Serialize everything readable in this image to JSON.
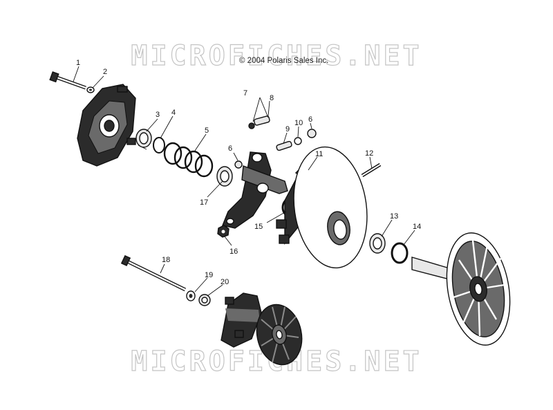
{
  "watermark": "MICROFICHES.NET",
  "copyright": "© 2004 Polaris Sales Inc.",
  "callouts": [
    "1",
    "2",
    "3",
    "4",
    "5",
    "6",
    "7",
    "8",
    "9",
    "10",
    "6",
    "11",
    "12",
    "17",
    "15",
    "13",
    "14",
    "16",
    "18",
    "19",
    "20"
  ],
  "colors": {
    "ink": "#111111",
    "watermark_outline": "#c4c4c4",
    "part_dark": "#2b2b2b"
  }
}
